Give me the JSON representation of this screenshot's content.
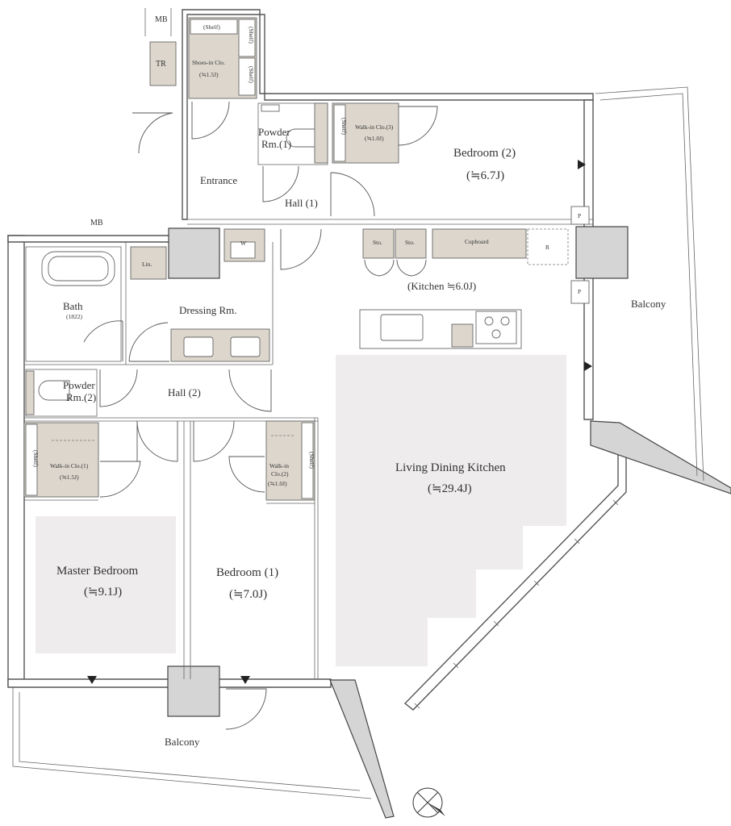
{
  "rooms": {
    "mb_top": "MB",
    "tr": "TR",
    "shelf_top": "(Shelf)",
    "shelf_side_a": "(Shelf)",
    "shelf_side_b": "(Shelf)",
    "shoes_in_clo": "Shoes-in Clo.",
    "shoes_in_clo_size": "(≒1.5J)",
    "powder_rm_1_a": "Powder",
    "powder_rm_1_b": "Rm.(1)",
    "shelf_wic3": "(Shelf)",
    "walk_in_clo_3": "Walk-in Clo.(3)",
    "walk_in_clo_3_size": "(≒1.0J)",
    "bedroom_2": "Bedroom (2)",
    "bedroom_2_size": "(≒6.7J)",
    "entrance": "Entrance",
    "hall_1": "Hall (1)",
    "mb_mid": "MB",
    "w": "W",
    "sto_1": "Sto.",
    "sto_2": "Sto.",
    "cupboard": "Cupboard",
    "r": "R",
    "p_top": "P",
    "p_bottom": "P",
    "lin": "Lin.",
    "kitchen": "(Kitchen ≒6.0J)",
    "bath": "Bath",
    "bath_size": "(1822)",
    "dressing_rm": "Dressing Rm.",
    "balcony_right": "Balcony",
    "powder_rm_2_a": "Powder",
    "powder_rm_2_b": "Rm.(2)",
    "hall_2": "Hall (2)",
    "shelf_wic1": "(Shelf)",
    "walk_in_clo_1": "Walk-in Clo.(1)",
    "walk_in_clo_1_size": "(≒1.5J)",
    "walk_in_clo_2_a": "Walk-in",
    "walk_in_clo_2_b": "Clo.(2)",
    "walk_in_clo_2_size": "(≒1.0J)",
    "shelf_wic2": "(Shelf)",
    "ldk": "Living Dining Kitchen",
    "ldk_size": "(≒29.4J)",
    "master_bedroom": "Master Bedroom",
    "master_bedroom_size": "(≒9.1J)",
    "bedroom_1": "Bedroom (1)",
    "bedroom_1_size": "(≒7.0J)",
    "balcony_bottom": "Balcony"
  },
  "icons": {
    "compass": "north-arrow-icon",
    "window_marker": "triangle-marker-icon"
  },
  "colors": {
    "closet_fill": "#dcd6cc",
    "pillar_fill": "#d5d5d5",
    "carpet_fill": "#eeeced"
  }
}
